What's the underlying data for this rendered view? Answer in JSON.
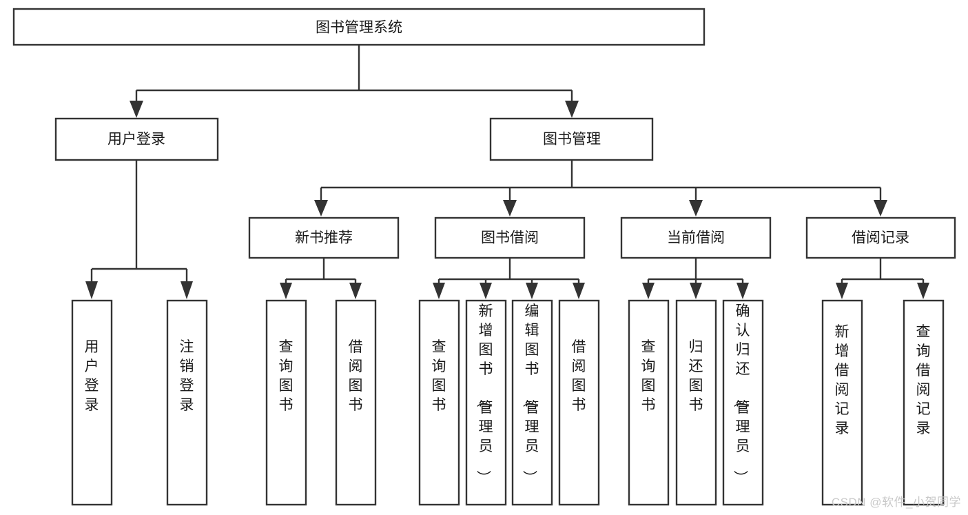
{
  "diagram": {
    "type": "hierarchy-tree",
    "title": "图书管理系统",
    "orientation": "top-down",
    "watermark": "CSDN @软件_小贺同学",
    "colors": {
      "stroke": "#333333",
      "node_fill": "#ffffff",
      "text": "#1a1a1a",
      "watermark": "#c9c9c9",
      "background": "#ffffff"
    },
    "nodes": {
      "root": {
        "label": "图书管理系统",
        "level": 1,
        "orientation": "horizontal"
      },
      "l2_user": {
        "label": "用户登录",
        "level": 2,
        "orientation": "horizontal"
      },
      "l2_book": {
        "label": "图书管理",
        "level": 2,
        "orientation": "horizontal"
      },
      "l3_new": {
        "label": "新书推荐",
        "level": 3,
        "orientation": "horizontal"
      },
      "l3_borrow": {
        "label": "图书借阅",
        "level": 3,
        "orientation": "horizontal"
      },
      "l3_current": {
        "label": "当前借阅",
        "level": 3,
        "orientation": "horizontal"
      },
      "l3_record": {
        "label": "借阅记录",
        "level": 3,
        "orientation": "horizontal"
      },
      "leaf_1": {
        "label": "用户登录",
        "level": 4,
        "orientation": "vertical",
        "parent": "用户登录"
      },
      "leaf_2": {
        "label": "注销登录",
        "level": 4,
        "orientation": "vertical",
        "parent": "用户登录"
      },
      "leaf_3": {
        "label": "查询图书",
        "level": 4,
        "orientation": "vertical",
        "parent": "新书推荐"
      },
      "leaf_4": {
        "label": "借阅图书",
        "level": 4,
        "orientation": "vertical",
        "parent": "新书推荐"
      },
      "leaf_5": {
        "label": "查询图书",
        "level": 4,
        "orientation": "vertical",
        "parent": "图书借阅"
      },
      "leaf_6": {
        "label": "新增图书（管理员）",
        "level": 4,
        "orientation": "vertical",
        "parent": "图书借阅"
      },
      "leaf_7": {
        "label": "编辑图书（管理员）",
        "level": 4,
        "orientation": "vertical",
        "parent": "图书借阅"
      },
      "leaf_8": {
        "label": "借阅图书",
        "level": 4,
        "orientation": "vertical",
        "parent": "图书借阅"
      },
      "leaf_9": {
        "label": "查询图书",
        "level": 4,
        "orientation": "vertical",
        "parent": "当前借阅"
      },
      "leaf_10": {
        "label": "归还图书",
        "level": 4,
        "orientation": "vertical",
        "parent": "当前借阅"
      },
      "leaf_11": {
        "label": "确认归还（管理员）",
        "level": 4,
        "orientation": "vertical",
        "parent": "当前借阅"
      },
      "leaf_12": {
        "label": "新增借阅记录",
        "level": 4,
        "orientation": "vertical",
        "parent": "借阅记录"
      },
      "leaf_13": {
        "label": "查询借阅记录",
        "level": 4,
        "orientation": "vertical",
        "parent": "借阅记录"
      }
    }
  }
}
